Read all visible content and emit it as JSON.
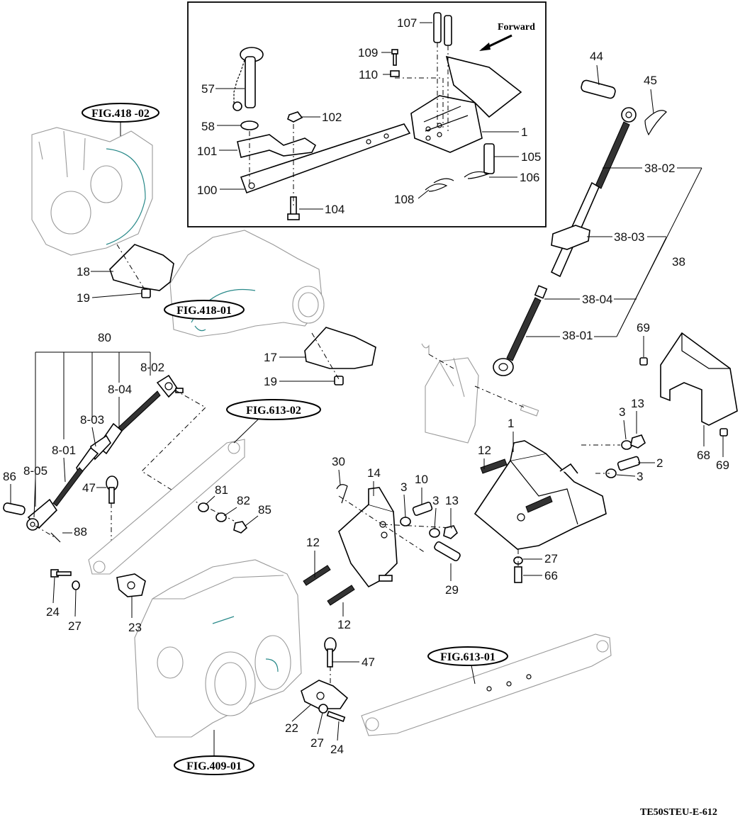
{
  "inset": {
    "forward_label": "Forward",
    "labels": [
      "107",
      "109",
      "110",
      "57",
      "58",
      "102",
      "101",
      "100",
      "104",
      "1",
      "105",
      "106",
      "108"
    ]
  },
  "figure_refs": {
    "fig_418_02": "FIG.418 -02",
    "fig_418_01": "FIG.418-01",
    "fig_613_02": "FIG.613-02",
    "fig_613_01": "FIG.613-01",
    "fig_409_01": "FIG.409-01"
  },
  "top_link": {
    "labels": [
      "44",
      "45",
      "38-02",
      "38-03",
      "38",
      "38-04",
      "38-01"
    ]
  },
  "left_link": {
    "labels": [
      "80",
      "8-02",
      "8-04",
      "8-03",
      "8-01",
      "8-05",
      "86",
      "88",
      "47"
    ]
  },
  "parts": {
    "labels": [
      "18",
      "19",
      "17",
      "19",
      "81",
      "82",
      "85",
      "30",
      "14",
      "3",
      "10",
      "3",
      "13",
      "12",
      "12",
      "29",
      "24",
      "27",
      "23",
      "47",
      "22",
      "27",
      "24",
      "1",
      "12",
      "3",
      "13",
      "2",
      "3",
      "27",
      "66",
      "69",
      "68",
      "69"
    ]
  },
  "footer": {
    "code": "TE50STEU-E-612"
  }
}
